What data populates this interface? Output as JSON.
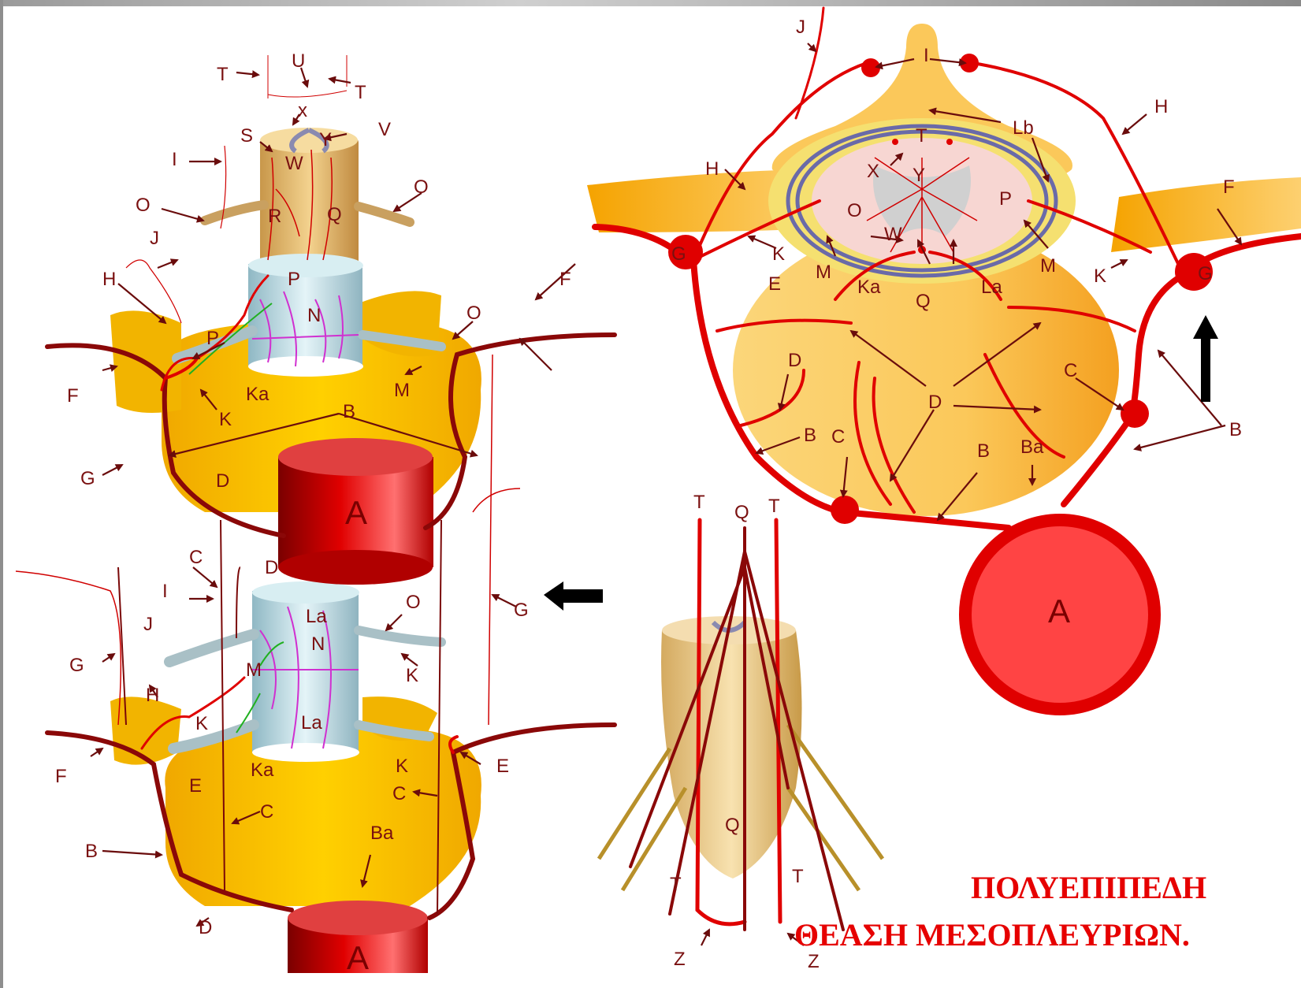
{
  "caption": {
    "line1": "ΠΟΛΥΕΠΙΠΕΔΗ",
    "line2": "ΘΕΑΣΗ ΜΕΣΟΠΛΕΥΡΙΩΝ."
  },
  "labels": {
    "A": "A",
    "B": "B",
    "Ba": "Ba",
    "C": "C",
    "D": "D",
    "E": "E",
    "F": "F",
    "G": "G",
    "H": "H",
    "I": "I",
    "J": "J",
    "K": "K",
    "Ka": "Ka",
    "La": "La",
    "Lb": "Lb",
    "M": "M",
    "N": "N",
    "O": "O",
    "P": "P",
    "Q": "Q",
    "R": "R",
    "S": "S",
    "T": "T",
    "U": "U",
    "V": "V",
    "W": "W",
    "X": "X",
    "x": "x",
    "Y": "Y",
    "Z": "Z"
  },
  "colors": {
    "artery": "#e60000",
    "dark_artery": "#8a0808",
    "vertebra": "#ffc400",
    "cord": "#e9c07a",
    "dura": "#bfe0e8",
    "caption": "#e60000",
    "arrow": "#000000"
  },
  "icons": [
    "black-left-arrow-icon",
    "black-up-arrow-icon"
  ]
}
